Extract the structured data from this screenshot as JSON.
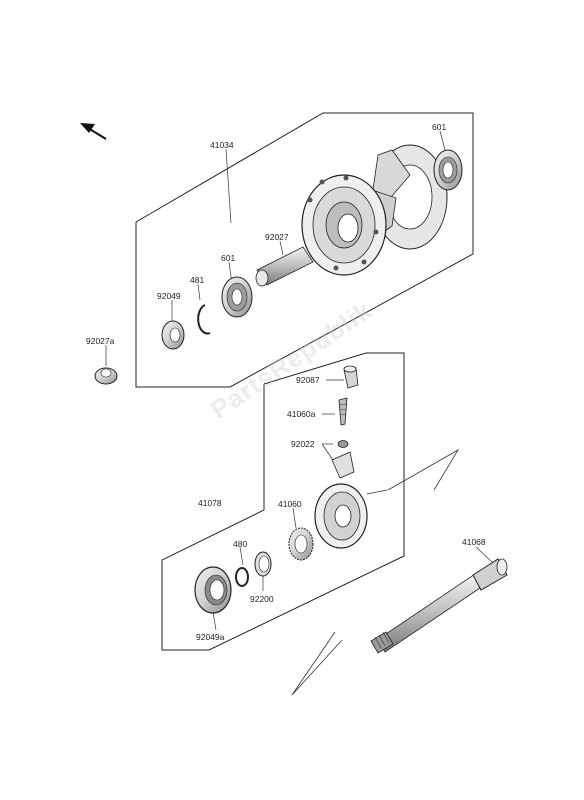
{
  "watermark": "PartsRepublik",
  "labels": {
    "l41034": "41034",
    "l601_top": "601",
    "l92027": "92027",
    "l601": "601",
    "l481": "481",
    "l92049": "92049",
    "l92027a": "92027a",
    "l92087": "92087",
    "l41060a": "41060a",
    "l92022": "92022",
    "l41078": "41078",
    "l41060": "41060",
    "l480": "480",
    "l92200": "92200",
    "l92049a": "92049a",
    "l41068": "41068"
  }
}
